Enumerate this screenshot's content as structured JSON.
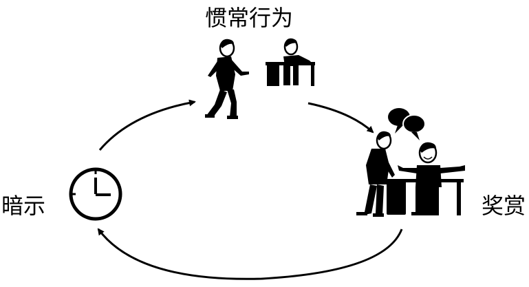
{
  "labels": {
    "routine": "惯常行为",
    "cue": "暗示",
    "reward": "奖赏"
  },
  "colors": {
    "ink": "#000000",
    "background": "#ffffff",
    "skin": "#ffffff"
  },
  "icons": [
    "clock-icon",
    "walking-person-icon",
    "seated-person-at-desk-icon",
    "speech-bubbles-icon",
    "celebrating-person-icon"
  ]
}
